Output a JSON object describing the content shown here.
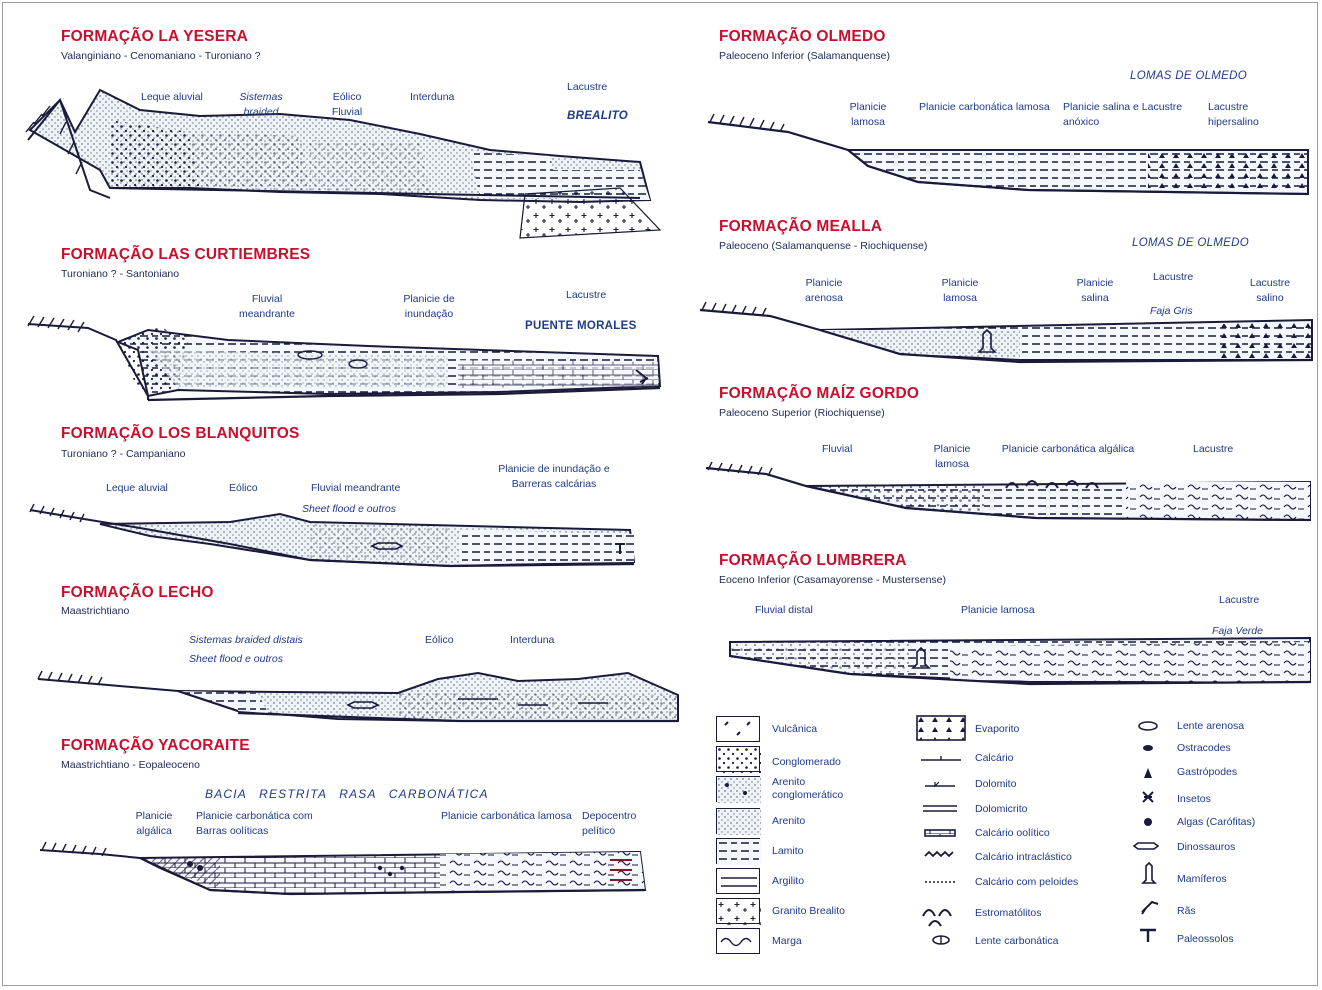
{
  "sections": {
    "la_yesera": {
      "title": "FORMAÇÃO LA YESERA",
      "age": "Valanginiano - Cenomaniano - Turoniano ?",
      "labels": [
        "Leque aluvial",
        "Sistemas braided",
        "Eólico Fluvial",
        "Interduna",
        "Lacustre"
      ],
      "place": "BREALITO"
    },
    "las_curtiembres": {
      "title": "FORMAÇÃO LAS CURTIEMBRES",
      "age": "Turoniano ? - Santoniano",
      "labels": [
        "Fluvial meandrante",
        "Planicie de inundação",
        "Lacustre"
      ],
      "place": "PUENTE MORALES"
    },
    "los_blanquitos": {
      "title": "FORMAÇÃO LOS BLANQUITOS",
      "age": "Turoniano ? - Campaniano",
      "labels": [
        "Leque aluvial",
        "Eólico",
        "Fluvial meandrante",
        "Sheet flood e outros",
        "Planicie de inundação e Barreras calcárias"
      ]
    },
    "lecho": {
      "title": "FORMAÇÃO LECHO",
      "age": "Maastrichtiano",
      "labels": [
        "Sistemas braided distais",
        "Sheet flood e outros",
        "Eólico",
        "Interduna"
      ]
    },
    "yacoraite": {
      "title": "FORMAÇÃO YACORAITE",
      "age": "Maastrichtiano - Eopaleoceno",
      "basin": "BACIA RESTRITA RASA CARBONÁTICA",
      "labels": [
        "Planicie algálica",
        "Planicie carbonática com Barras oolíticas",
        "Planicie carbonática lamosa",
        "Depocentro pelítico"
      ]
    },
    "olmedo": {
      "title": "FORMAÇÃO OLMEDO",
      "age": "Paleoceno Inferior (Salamanquense)",
      "place": "LOMAS DE OLMEDO",
      "labels": [
        "Planicie lamosa",
        "Planicie carbonática lamosa",
        "Planicie salina e Lacustre anóxico",
        "Lacustre hipersalino"
      ]
    },
    "mealla": {
      "title": "FORMAÇÃO MEALLA",
      "age": "Paleoceno (Salamanquense - Riochiquense)",
      "place": "LOMAS DE OLMEDO",
      "labels": [
        "Planicie arenosa",
        "Planicie lamosa",
        "Planicie salina",
        "Lacustre",
        "Lacustre salino",
        "Faja Gris"
      ]
    },
    "maiz_gordo": {
      "title": "FORMAÇÃO MAÍZ GORDO",
      "age": "Paleoceno Superior (Riochiquense)",
      "labels": [
        "Fluvial",
        "Planicie lamosa",
        "Planicie carbonática algálica",
        "Lacustre"
      ]
    },
    "lumbrera": {
      "title": "FORMAÇÃO LUMBRERA",
      "age": "Eoceno Inferior (Casamayorense - Mustersense)",
      "labels": [
        "Fluvial distal",
        "Planicie lamosa",
        "Lacustre",
        "Faja Verde"
      ]
    }
  },
  "legend": {
    "boxes": [
      "Vulcânica",
      "Conglomerado",
      "Arenito conglomerático",
      "Arenito",
      "Lamito",
      "Argilito",
      "Granito Brealito",
      "Marga"
    ],
    "symbols_a": [
      "Evaporito",
      "Calcário",
      "Dolomito",
      "Dolomicrito",
      "Calcário oolítico",
      "Calcário intraclástico",
      "Calcário com peloides",
      "Estromatólitos",
      "Lente carbonática"
    ],
    "symbols_b": [
      "Lente arenosa",
      "Ostracodes",
      "Gastrópodes",
      "Insetos",
      "Algas (Carófitas)",
      "Dinossauros",
      "Mamíferos",
      "Rãs",
      "Paleossolos"
    ]
  }
}
